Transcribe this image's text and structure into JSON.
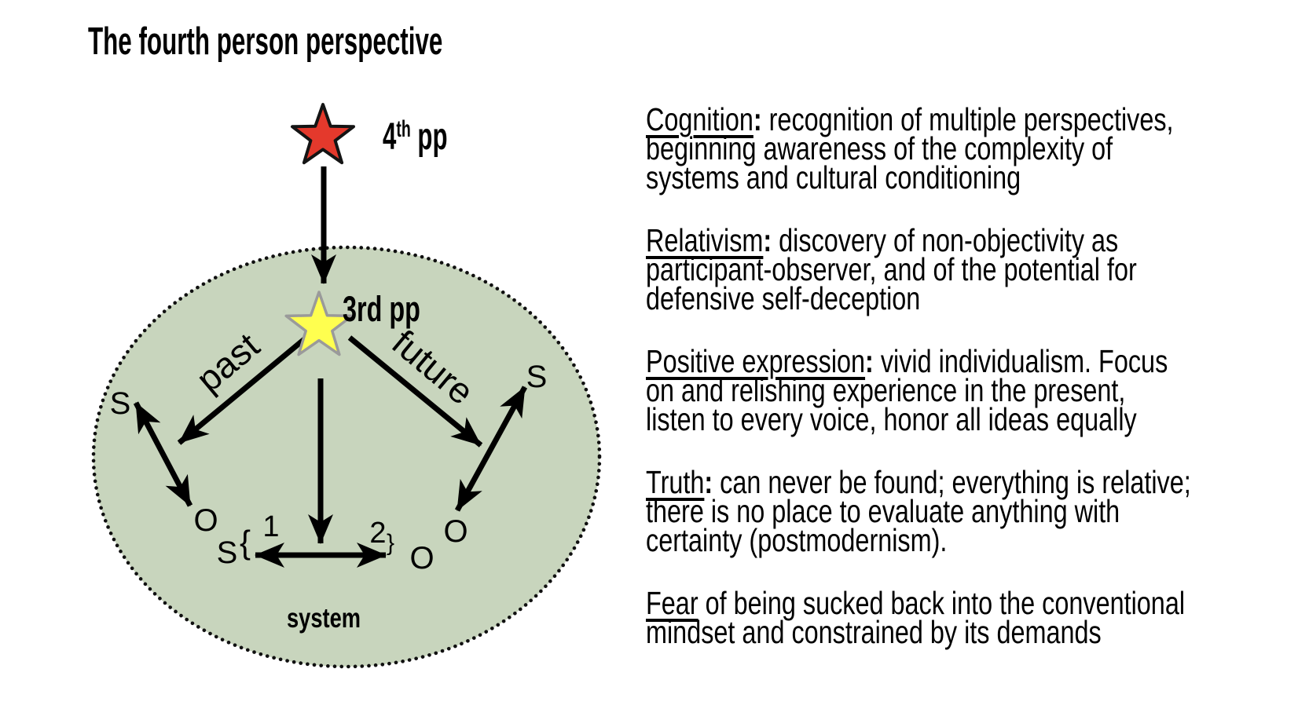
{
  "title": "The fourth person perspective",
  "colors": {
    "system_fill": "#c8d5bd",
    "red_star": "#e4392c",
    "yellow_star": "#ffff4f",
    "yellow_star_outline": "#9a9a9a",
    "ink": "#000000"
  },
  "diagram": {
    "fourth_pp": {
      "base": "4",
      "sup": "th",
      "rest": " pp"
    },
    "third_pp": "3rd pp",
    "past": "past",
    "future": "future",
    "system": "system",
    "labels": {
      "s_left": "S",
      "o_left": "O",
      "s_bottom": "S",
      "brace_open": "{",
      "num1": "1",
      "num2": "2",
      "brace_close": "}",
      "o_bottom": "O",
      "o_right": "O",
      "s_right": "S"
    }
  },
  "paragraphs": [
    {
      "term": "Cognition",
      "colon": ":",
      "body": " recognition of multiple perspectives,\nbeginning awareness of the complexity of\nsystems and cultural conditioning"
    },
    {
      "term": "Relativism",
      "colon": ":",
      "body": " discovery of non-objectivity as\nparticipant-observer, and of the potential for\ndefensive self-deception"
    },
    {
      "term": "Positive expression",
      "colon": ":",
      "body": " vivid individualism. Focus\non and relishing  experience in the present,\nlisten to every voice, honor all ideas equally"
    },
    {
      "term": "Truth",
      "colon": ":",
      "body": " can never be found; everything is relative;\nthere is no place to evaluate anything with\ncertainty (postmodernism)."
    },
    {
      "term": "Fear",
      "colon": "",
      "body": " of being sucked back into the conventional\nmindset and constrained by its demands"
    }
  ]
}
